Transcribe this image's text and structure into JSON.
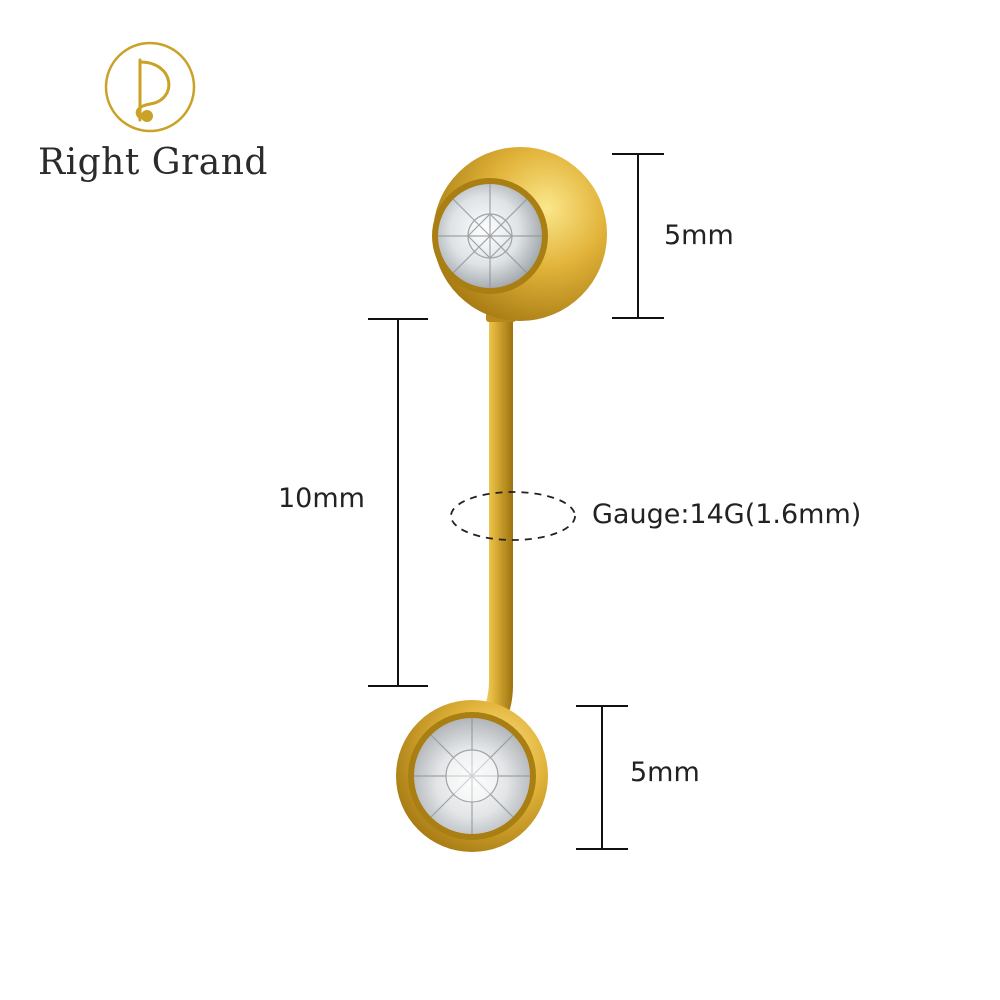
{
  "brand": {
    "name": "Right Grand",
    "logo_icon": "circle-monogram-icon",
    "accent_color": "#C9A227"
  },
  "dimensions": {
    "top_ball": "5mm",
    "bar_length": "10mm",
    "gauge": "Gauge:14G(1.6mm)",
    "bottom_ball": "5mm"
  },
  "colors": {
    "gold": "#D4A52A",
    "gold_dark": "#A97E12",
    "gold_light": "#F6DB74",
    "line": "#111111"
  }
}
